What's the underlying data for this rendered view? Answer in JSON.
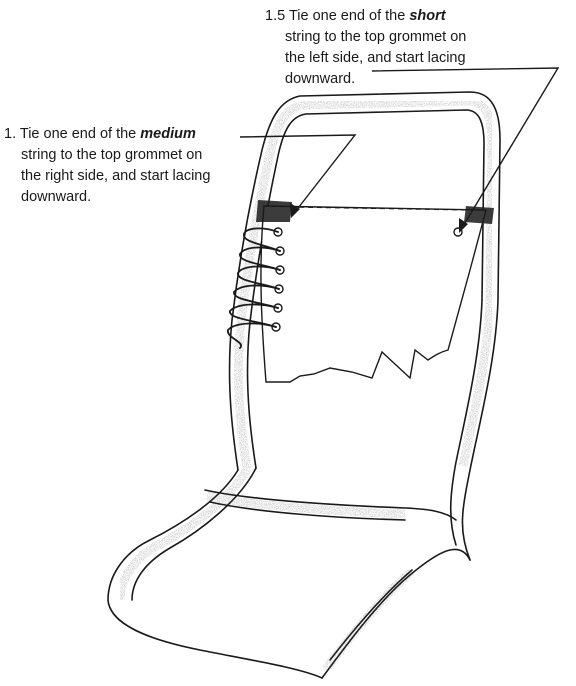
{
  "callouts": {
    "step_1_5": {
      "number": "1.5",
      "line1_pre": "Tie one end of the ",
      "line1_em": "short",
      "line2": "string to the top grommet on",
      "line3": "the left side, and start lacing",
      "line4": "downward."
    },
    "step_1": {
      "number": "1.",
      "line1_pre": "Tie one end of the ",
      "line1_em": "medium",
      "line2": "string to the top grommet on",
      "line3": "the right side, and start lacing",
      "line4": "downward."
    }
  },
  "drawing": {
    "subject": "tubular chair frame with fabric back and laced strings",
    "line_color": "#1a1a1a",
    "stipple_color": "#555555"
  }
}
